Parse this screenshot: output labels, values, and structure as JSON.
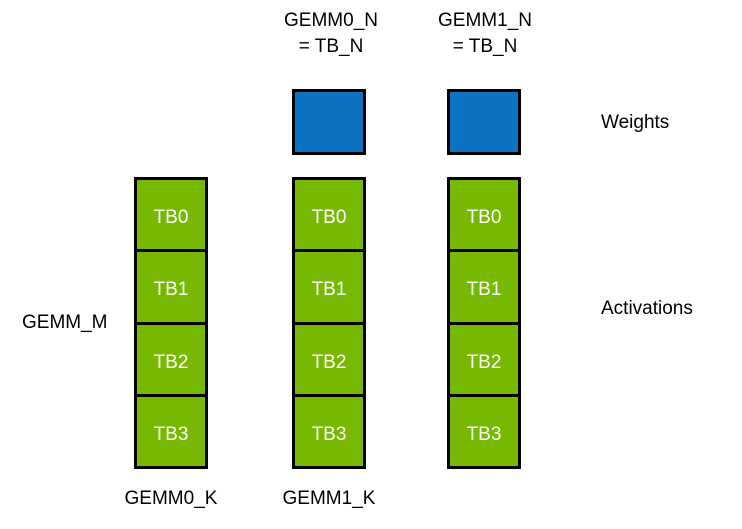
{
  "diagram": {
    "title_labels": {
      "gemm0_n": "GEMM0_N\n= TB_N",
      "gemm1_n": "GEMM1_N\n= TB_N"
    },
    "side_labels": {
      "weights": "Weights",
      "activations": "Activations",
      "gemm_m": "GEMM_M"
    },
    "bottom_labels": {
      "gemm0_k": "GEMM0_K",
      "gemm1_k": "GEMM1_K"
    },
    "colors": {
      "weight_block": "#0b72c4",
      "activation_block": "#76b900",
      "border": "#000000",
      "cell_text": "#ffffff",
      "label_text": "#000000",
      "background": "#ffffff"
    },
    "weight_blocks": [
      {
        "name": "gemm0-weight-block"
      },
      {
        "name": "gemm1-weight-block"
      }
    ],
    "activation_columns": [
      {
        "name": "activation-column-0",
        "cells": [
          {
            "label": "TB0"
          },
          {
            "label": "TB1"
          },
          {
            "label": "TB2"
          },
          {
            "label": "TB3"
          }
        ]
      },
      {
        "name": "activation-column-1",
        "cells": [
          {
            "label": "TB0"
          },
          {
            "label": "TB1"
          },
          {
            "label": "TB2"
          },
          {
            "label": "TB3"
          }
        ]
      },
      {
        "name": "activation-column-2",
        "cells": [
          {
            "label": "TB0"
          },
          {
            "label": "TB1"
          },
          {
            "label": "TB2"
          },
          {
            "label": "TB3"
          }
        ]
      }
    ]
  }
}
